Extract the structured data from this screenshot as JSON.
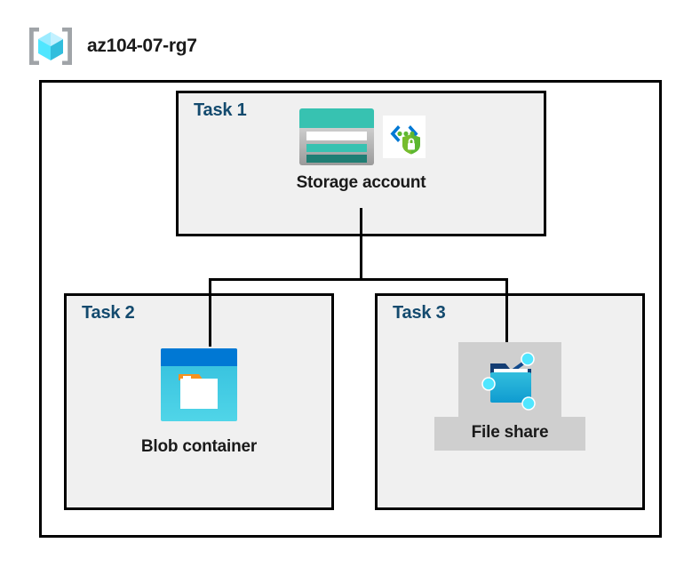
{
  "header": {
    "title": "az104-07-rg7",
    "icon": "resource-group-icon"
  },
  "container": {
    "name": "resource-group-container"
  },
  "tasks": [
    {
      "label": "Task 1",
      "node": {
        "caption": "Storage account",
        "icons": [
          "storage-account-icon",
          "secure-endpoint-icon"
        ]
      }
    },
    {
      "label": "Task 2",
      "node": {
        "caption": "Blob container",
        "icons": [
          "blob-container-icon"
        ]
      }
    },
    {
      "label": "Task 3",
      "node": {
        "caption": "File share",
        "icons": [
          "file-share-icon"
        ],
        "highlighted": true
      }
    }
  ],
  "colors": {
    "task_label": "#134a6e",
    "task_box_fill": "#f0f0f0",
    "border": "#000000",
    "canvas": "#ffffff",
    "highlight": "#cfcfcf",
    "storage_teal": "#37c2b1",
    "storage_teal_dark": "#207e74",
    "blob_blue": "#0078d4",
    "blob_cyan": "#32bedd",
    "blob_orange": "#f7921e",
    "shield_green": "#5cb731",
    "cube_cyan": "#50e6ff",
    "bracket_gray": "#a0a4a8"
  },
  "connectors": {
    "description": "Storage account branches down to Blob container and File share"
  }
}
